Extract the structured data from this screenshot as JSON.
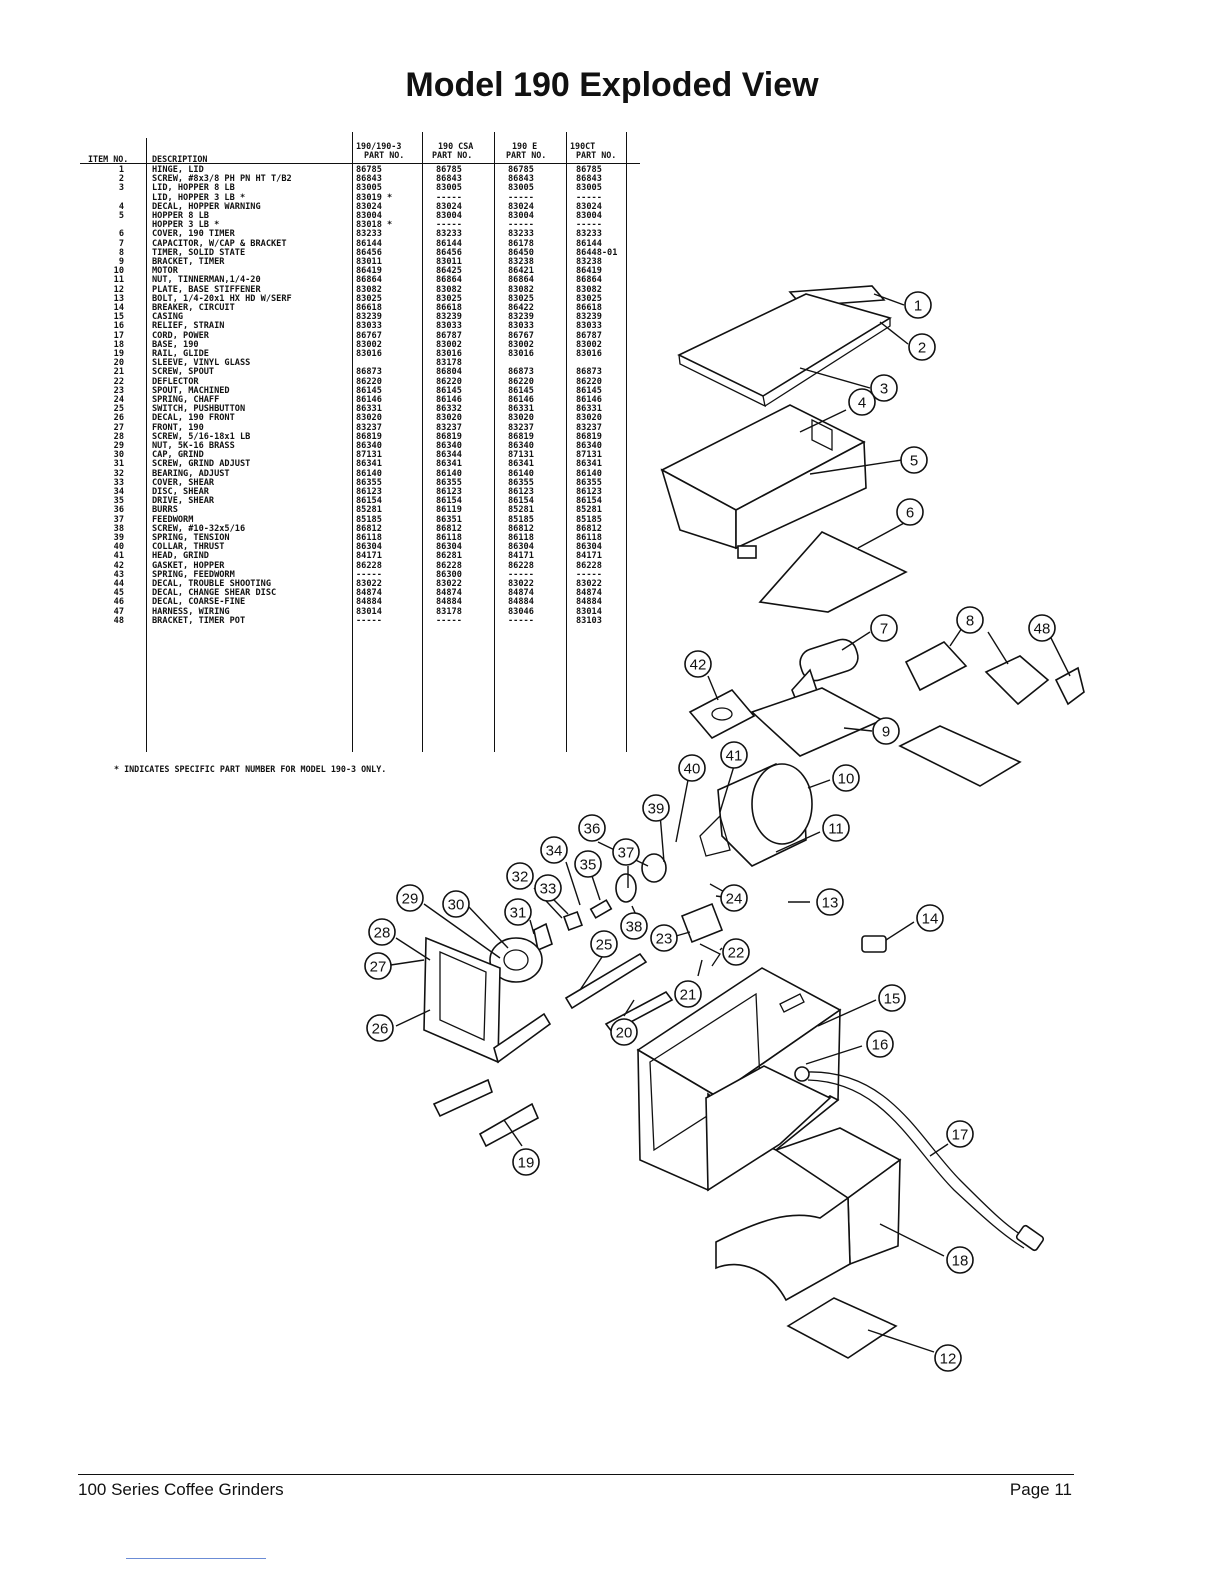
{
  "page": {
    "title": "Model 190 Exploded View",
    "footer_left": "100 Series Coffee Grinders",
    "footer_right": "Page 11"
  },
  "table": {
    "headers": {
      "item_no": "ITEM NO.",
      "description": "DESCRIPTION",
      "p1_top": "190/190-3",
      "p1_bottom": "PART NO.",
      "p2_top": "190 CSA",
      "p2_bottom": "PART NO.",
      "p3_top": "190 E",
      "p3_bottom": "PART NO.",
      "p4_top": "190CT",
      "p4_bottom": "PART NO."
    },
    "rows": [
      {
        "no": "1",
        "desc": "HINGE, LID",
        "p1": "86785",
        "p2": "86785",
        "p3": "86785",
        "p4": "86785"
      },
      {
        "no": "2",
        "desc": "SCREW, #8x3/8 PH PN HT T/B2",
        "p1": "86843",
        "p2": "86843",
        "p3": "86843",
        "p4": "86843"
      },
      {
        "no": "3",
        "desc": "LID, HOPPER 8 LB",
        "p1": "83005",
        "p2": "83005",
        "p3": "83005",
        "p4": "83005"
      },
      {
        "no": "",
        "desc": "LID, HOPPER 3 LB *",
        "p1": "83019 *",
        "p2": "-----",
        "p3": "-----",
        "p4": "-----"
      },
      {
        "no": "4",
        "desc": "DECAL, HOPPER WARNING",
        "p1": "83024",
        "p2": "83024",
        "p3": "83024",
        "p4": "83024"
      },
      {
        "no": "5",
        "desc": "HOPPER 8 LB",
        "p1": "83004",
        "p2": "83004",
        "p3": "83004",
        "p4": "83004"
      },
      {
        "no": "",
        "desc": "HOPPER 3 LB *",
        "p1": "83018 *",
        "p2": "-----",
        "p3": "-----",
        "p4": "-----"
      },
      {
        "no": "6",
        "desc": "COVER, 190 TIMER",
        "p1": "83233",
        "p2": "83233",
        "p3": "83233",
        "p4": "83233"
      },
      {
        "no": "7",
        "desc": "CAPACITOR, W/CAP & BRACKET",
        "p1": "86144",
        "p2": "86144",
        "p3": "86178",
        "p4": "86144"
      },
      {
        "no": "8",
        "desc": "TIMER, SOLID STATE",
        "p1": "86456",
        "p2": "86456",
        "p3": "86450",
        "p4": "86448-01"
      },
      {
        "no": "9",
        "desc": "BRACKET, TIMER",
        "p1": "83011",
        "p2": "83011",
        "p3": "83238",
        "p4": "83238"
      },
      {
        "no": "10",
        "desc": "MOTOR",
        "p1": "86419",
        "p2": "86425",
        "p3": "86421",
        "p4": "86419"
      },
      {
        "no": "11",
        "desc": "NUT, TINNERMAN,1/4-20",
        "p1": "86864",
        "p2": "86864",
        "p3": "86864",
        "p4": "86864"
      },
      {
        "no": "12",
        "desc": "PLATE, BASE STIFFENER",
        "p1": "83082",
        "p2": "83082",
        "p3": "83082",
        "p4": "83082"
      },
      {
        "no": "13",
        "desc": "BOLT, 1/4-20x1 HX HD W/SERF",
        "p1": "83025",
        "p2": "83025",
        "p3": "83025",
        "p4": "83025"
      },
      {
        "no": "14",
        "desc": "BREAKER, CIRCUIT",
        "p1": "86618",
        "p2": "86618",
        "p3": "86422",
        "p4": "86618"
      },
      {
        "no": "15",
        "desc": "CASING",
        "p1": "83239",
        "p2": "83239",
        "p3": "83239",
        "p4": "83239"
      },
      {
        "no": "16",
        "desc": "RELIEF, STRAIN",
        "p1": "83033",
        "p2": "83033",
        "p3": "83033",
        "p4": "83033"
      },
      {
        "no": "17",
        "desc": "CORD, POWER",
        "p1": "86767",
        "p2": "86787",
        "p3": "86767",
        "p4": "86787"
      },
      {
        "no": "18",
        "desc": "BASE, 190",
        "p1": "83002",
        "p2": "83002",
        "p3": "83002",
        "p4": "83002"
      },
      {
        "no": "19",
        "desc": "RAIL, GLIDE",
        "p1": "83016",
        "p2": "83016",
        "p3": "83016",
        "p4": "83016"
      },
      {
        "no": "20",
        "desc": "SLEEVE, VINYL GLASS",
        "p1": "",
        "p2": "83178",
        "p3": "",
        "p4": ""
      },
      {
        "no": "21",
        "desc": "SCREW, SPOUT",
        "p1": "86873",
        "p2": "86804",
        "p3": "86873",
        "p4": "86873"
      },
      {
        "no": "22",
        "desc": "DEFLECTOR",
        "p1": "86220",
        "p2": "86220",
        "p3": "86220",
        "p4": "86220"
      },
      {
        "no": "23",
        "desc": "SPOUT, MACHINED",
        "p1": "86145",
        "p2": "86145",
        "p3": "86145",
        "p4": "86145"
      },
      {
        "no": "24",
        "desc": "SPRING, CHAFF",
        "p1": "86146",
        "p2": "86146",
        "p3": "86146",
        "p4": "86146"
      },
      {
        "no": "25",
        "desc": "SWITCH, PUSHBUTTON",
        "p1": "86331",
        "p2": "86332",
        "p3": "86331",
        "p4": "86331"
      },
      {
        "no": "26",
        "desc": "DECAL, 190 FRONT",
        "p1": "83020",
        "p2": "83020",
        "p3": "83020",
        "p4": "83020"
      },
      {
        "no": "27",
        "desc": "FRONT, 190",
        "p1": "83237",
        "p2": "83237",
        "p3": "83237",
        "p4": "83237"
      },
      {
        "no": "28",
        "desc": "SCREW, 5/16-18x1 LB",
        "p1": "86819",
        "p2": "86819",
        "p3": "86819",
        "p4": "86819"
      },
      {
        "no": "29",
        "desc": "NUT, 5K-16 BRASS",
        "p1": "86340",
        "p2": "86340",
        "p3": "86340",
        "p4": "86340"
      },
      {
        "no": "30",
        "desc": "CAP, GRIND",
        "p1": "87131",
        "p2": "86344",
        "p3": "87131",
        "p4": "87131"
      },
      {
        "no": "31",
        "desc": "SCREW, GRIND ADJUST",
        "p1": "86341",
        "p2": "86341",
        "p3": "86341",
        "p4": "86341"
      },
      {
        "no": "32",
        "desc": "BEARING, ADJUST",
        "p1": "86140",
        "p2": "86140",
        "p3": "86140",
        "p4": "86140"
      },
      {
        "no": "33",
        "desc": "COVER, SHEAR",
        "p1": "86355",
        "p2": "86355",
        "p3": "86355",
        "p4": "86355"
      },
      {
        "no": "34",
        "desc": "DISC, SHEAR",
        "p1": "86123",
        "p2": "86123",
        "p3": "86123",
        "p4": "86123"
      },
      {
        "no": "35",
        "desc": "DRIVE, SHEAR",
        "p1": "86154",
        "p2": "86154",
        "p3": "86154",
        "p4": "86154"
      },
      {
        "no": "36",
        "desc": "BURRS",
        "p1": "85281",
        "p2": "86119",
        "p3": "85281",
        "p4": "85281"
      },
      {
        "no": "37",
        "desc": "FEEDWORM",
        "p1": "85185",
        "p2": "86351",
        "p3": "85185",
        "p4": "85185"
      },
      {
        "no": "38",
        "desc": "SCREW, #10-32x5/16",
        "p1": "86812",
        "p2": "86812",
        "p3": "86812",
        "p4": "86812"
      },
      {
        "no": "39",
        "desc": "SPRING, TENSION",
        "p1": "86118",
        "p2": "86118",
        "p3": "86118",
        "p4": "86118"
      },
      {
        "no": "40",
        "desc": "COLLAR, THRUST",
        "p1": "86304",
        "p2": "86304",
        "p3": "86304",
        "p4": "86304"
      },
      {
        "no": "41",
        "desc": "HEAD, GRIND",
        "p1": "84171",
        "p2": "86281",
        "p3": "84171",
        "p4": "84171"
      },
      {
        "no": "42",
        "desc": "GASKET, HOPPER",
        "p1": "86228",
        "p2": "86228",
        "p3": "86228",
        "p4": "86228"
      },
      {
        "no": "43",
        "desc": "SPRING, FEEDWORM",
        "p1": "-----",
        "p2": "86300",
        "p3": "-----",
        "p4": "-----"
      },
      {
        "no": "44",
        "desc": "DECAL, TROUBLE SHOOTING",
        "p1": "83022",
        "p2": "83022",
        "p3": "83022",
        "p4": "83022"
      },
      {
        "no": "45",
        "desc": "DECAL, CHANGE SHEAR DISC",
        "p1": "84874",
        "p2": "84874",
        "p3": "84874",
        "p4": "84874"
      },
      {
        "no": "46",
        "desc": "DECAL, COARSE-FINE",
        "p1": "84884",
        "p2": "84884",
        "p3": "84884",
        "p4": "84884"
      },
      {
        "no": "47",
        "desc": "HARNESS, WIRING",
        "p1": "83014",
        "p2": "83178",
        "p3": "83046",
        "p4": "83014"
      },
      {
        "no": "48",
        "desc": "BRACKET, TIMER POT",
        "p1": "-----",
        "p2": "-----",
        "p3": "-----",
        "p4": "83103"
      }
    ],
    "footnote": "* INDICATES SPECIFIC PART NUMBER FOR MODEL 190-3 ONLY."
  },
  "diagram": {
    "callouts": [
      {
        "label": "1"
      },
      {
        "label": "2"
      },
      {
        "label": "3"
      },
      {
        "label": "4"
      },
      {
        "label": "5"
      },
      {
        "label": "6"
      },
      {
        "label": "7"
      },
      {
        "label": "8"
      },
      {
        "label": "48"
      },
      {
        "label": "42"
      },
      {
        "label": "9"
      },
      {
        "label": "10"
      },
      {
        "label": "40"
      },
      {
        "label": "41"
      },
      {
        "label": "39"
      },
      {
        "label": "11"
      },
      {
        "label": "36"
      },
      {
        "label": "34"
      },
      {
        "label": "37"
      },
      {
        "label": "35"
      },
      {
        "label": "32"
      },
      {
        "label": "33"
      },
      {
        "label": "24"
      },
      {
        "label": "13"
      },
      {
        "label": "29"
      },
      {
        "label": "30"
      },
      {
        "label": "31"
      },
      {
        "label": "38"
      },
      {
        "label": "25"
      },
      {
        "label": "23"
      },
      {
        "label": "22"
      },
      {
        "label": "14"
      },
      {
        "label": "28"
      },
      {
        "label": "27"
      },
      {
        "label": "21"
      },
      {
        "label": "15"
      },
      {
        "label": "26"
      },
      {
        "label": "20"
      },
      {
        "label": "16"
      },
      {
        "label": "17"
      },
      {
        "label": "19"
      },
      {
        "label": "18"
      },
      {
        "label": "12"
      }
    ]
  }
}
